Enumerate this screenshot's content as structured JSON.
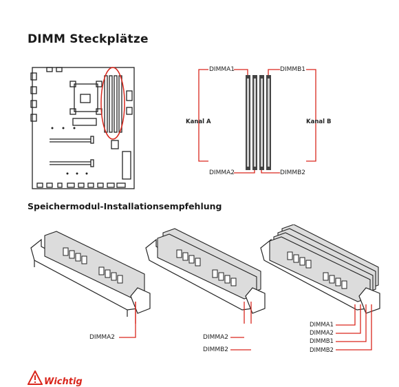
{
  "title": "DIMM Steckplätze",
  "subtitle": "Speichermodul-Installationsempfehlung",
  "slot_diagram": {
    "top_labels": [
      "DIMMA1",
      "DIMMB1"
    ],
    "bottom_labels": [
      "DIMMA2",
      "DIMMB2"
    ],
    "channel_a": "Kanal A",
    "channel_b": "Kanal B"
  },
  "recommendations": [
    {
      "labels": [
        "DIMMA2"
      ]
    },
    {
      "labels": [
        "DIMMA2",
        "DIMMB2"
      ]
    },
    {
      "labels": [
        "DIMMA1",
        "DIMMA2",
        "DIMMB1",
        "DIMMB2"
      ]
    }
  ],
  "warning": {
    "label": "Wichtig",
    "icon": "warning-icon"
  },
  "colors": {
    "accent": "#d9261c",
    "module_fill": "#dcdcdc",
    "slot_dark": "#444444"
  }
}
